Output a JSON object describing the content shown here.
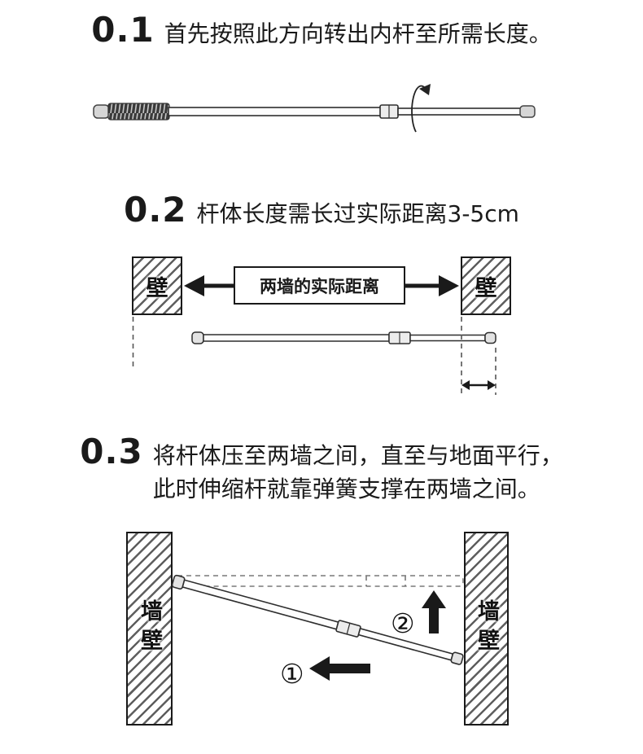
{
  "steps": {
    "s1": {
      "num": "0.1",
      "title": "首先按照此方向转出内杆至所需长度。"
    },
    "s2": {
      "num": "0.2",
      "title": "杆体长度需长过实际距离3-5cm"
    },
    "s3": {
      "num": "0.3",
      "line1": "将杆体压至两墙之间，直至与地面平行，",
      "line2": "此时伸缩杆就靠弹簧支撑在两墙之间。"
    }
  },
  "diagram_distance": {
    "left_wall_label": "壁",
    "right_wall_label": "壁",
    "distance_box_label": "两墙的实际距离"
  },
  "diagram_install": {
    "left_wall_label": "墙壁",
    "right_wall_label": "墙壁",
    "marker_step1": "①",
    "marker_step2": "②"
  },
  "colors": {
    "ink": "#1a1a1a",
    "hatch_line": "#5e5e5e",
    "rod_fill": "#fdfdfd",
    "rod_stroke": "#2e2e2e",
    "spring_dark": "#3a3a3a",
    "dashed_guide": "#555555"
  }
}
